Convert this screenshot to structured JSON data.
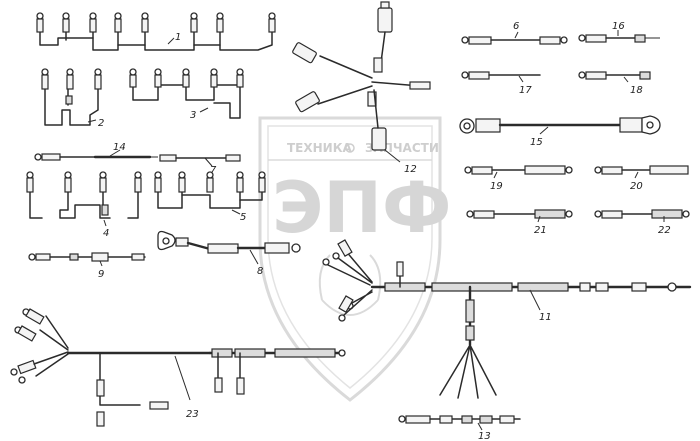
{
  "watermark": {
    "line_left": "ТЕХНИКА",
    "line_right": "ЗАПЧАСТИ",
    "logo": "ЭПФ",
    "accent_color": "#d0d0d0"
  },
  "labels": {
    "l1": "1",
    "l2": "2",
    "l3": "3",
    "l4": "4",
    "l5": "5",
    "l6": "6",
    "l7": "7",
    "l8": "8",
    "l9": "9",
    "l11": "11",
    "l12": "12",
    "l13": "13",
    "l14": "14",
    "l15": "15",
    "l16": "16",
    "l17": "17",
    "l18": "18",
    "l19": "19",
    "l20": "20",
    "l21": "21",
    "l22": "22",
    "l23": "23"
  }
}
